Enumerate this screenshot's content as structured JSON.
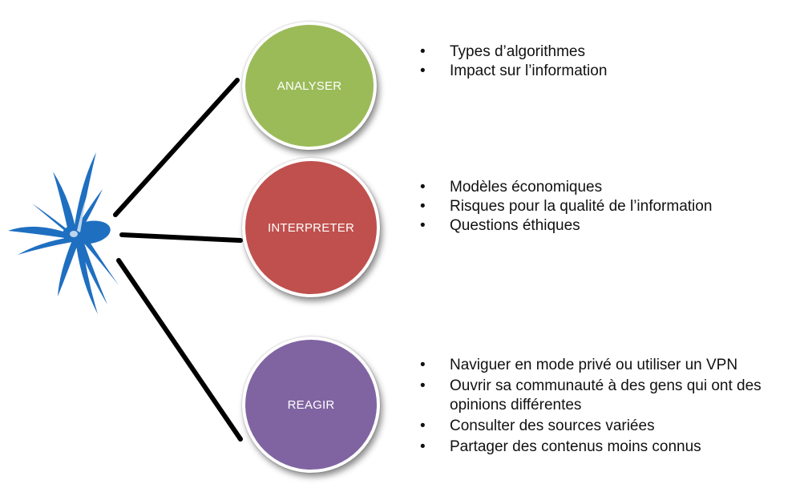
{
  "colors": {
    "analyser": "#9bbb59",
    "interpreter": "#c0504d",
    "reagir": "#8064a2",
    "logo": "#1f6fc1",
    "connector": "#000000"
  },
  "logo": {
    "icon": "blue-starburst-logo"
  },
  "nodes": [
    {
      "label": "ANALYSER",
      "items": [
        "Types d’algorithmes",
        "Impact sur l’information"
      ]
    },
    {
      "label": "INTERPRETER",
      "items": [
        "Modèles économiques",
        "Risques pour la qualité de l’information",
        "Questions éthiques"
      ]
    },
    {
      "label": "REAGIR",
      "items": [
        "Naviguer en mode privé ou utiliser un VPN",
        "Ouvrir sa communauté à des gens qui ont des opinions différentes",
        "Consulter des sources variées",
        "Partager des contenus moins connus"
      ]
    }
  ],
  "bullet_char": "•"
}
